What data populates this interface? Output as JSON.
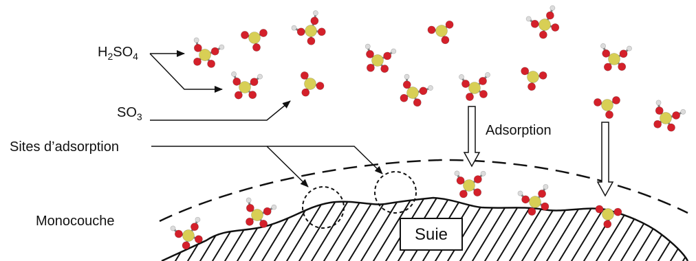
{
  "labels": {
    "h2so4": {
      "p1": "H",
      "s1": "2",
      "p2": "SO",
      "s2": "4"
    },
    "so3": {
      "p1": "SO",
      "s1": "3"
    },
    "sites": "Sites d’adsorption",
    "monolayer": "Monocouche",
    "adsorption": "Adsorption",
    "soot": "Suie"
  },
  "colors": {
    "sulfur": "#d8cf55",
    "oxygen": "#d4202a",
    "hydrogen": "#dcdcdc",
    "line": "#111111"
  },
  "icons": {
    "h2so4_molecule": "h2so4-molecule-icon",
    "so3_molecule": "so3-molecule-icon",
    "adsorption_arrow": "down-arrow-icon",
    "adsorption_site": "dashed-circle-icon"
  }
}
